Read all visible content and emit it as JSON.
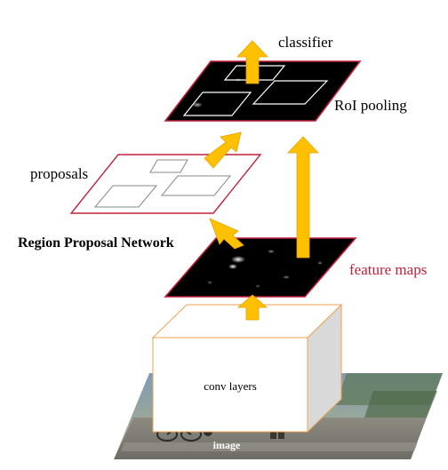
{
  "diagram": {
    "labels": {
      "classifier": "classifier",
      "roi_pooling": "RoI pooling",
      "proposals": "proposals",
      "rpn": "Region Proposal Network",
      "feature_maps": "feature maps",
      "conv_layers": "conv layers",
      "image": "image"
    },
    "colors": {
      "arrow_fill": "#FFC000",
      "arrow_stroke": "#E8A200",
      "plane_border": "#C0203A",
      "feature_map_fill": "#000000",
      "conv_box_border": "#F2A050",
      "conv_box_side": "#D9D9D9",
      "feature_maps_label": "#C0203A"
    }
  }
}
